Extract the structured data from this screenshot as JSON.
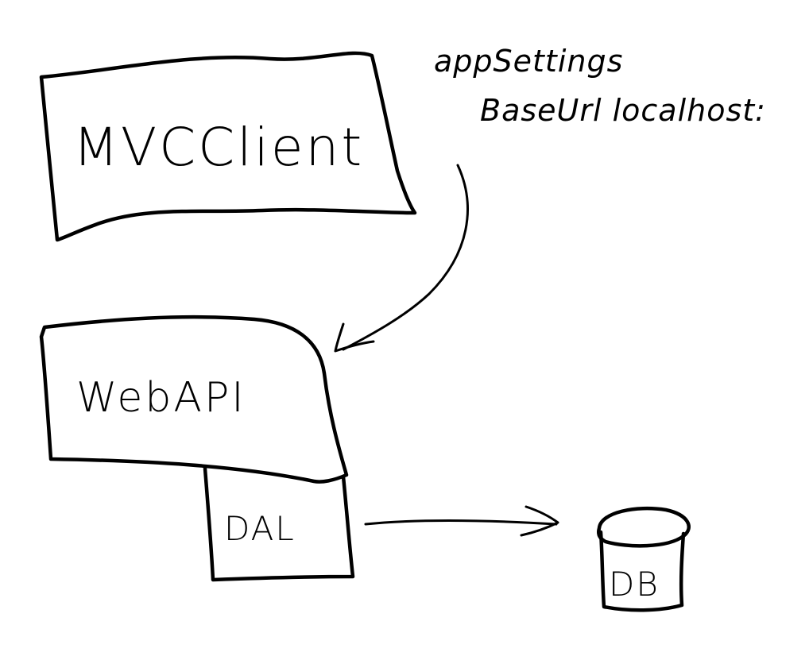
{
  "nodes": {
    "mvc_client": {
      "label": "MVCClient"
    },
    "web_api": {
      "label": "WebAPI"
    },
    "dal": {
      "label": "DAL"
    },
    "db": {
      "label": "DB"
    }
  },
  "annotation": {
    "line1": "appSettings",
    "line2": "BaseUrl localhost:"
  },
  "style": {
    "ink_color": "#000000",
    "background": "#ffffff"
  }
}
